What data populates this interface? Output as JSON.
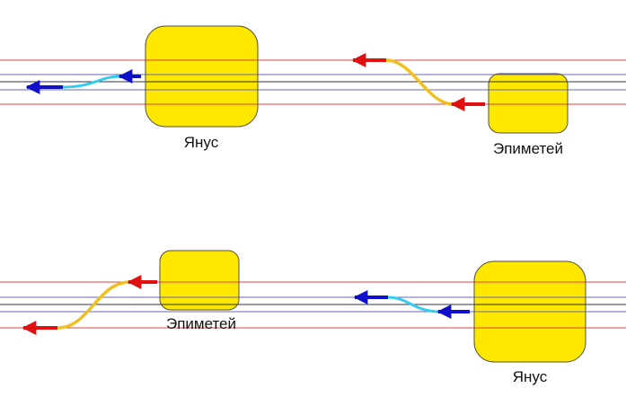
{
  "colors": {
    "background": "#ffffff",
    "orbit_red": "#e0403f",
    "orbit_dark": "#2f3140",
    "orbit_blue": "#6a6ab0",
    "moon_fill": "#ffe800",
    "moon_stroke": "#55503a",
    "arrow_red": "#e01010",
    "arrow_blue": "#1010cc",
    "path_yellow": "#f0c020",
    "path_cyan": "#33ccee"
  },
  "panels": [
    {
      "moons": [
        {
          "name": "Янус",
          "size": "large"
        },
        {
          "name": "Эпиметей",
          "size": "small"
        }
      ]
    },
    {
      "moons": [
        {
          "name": "Эпиметей",
          "size": "small"
        },
        {
          "name": "Янус",
          "size": "large"
        }
      ]
    }
  ]
}
